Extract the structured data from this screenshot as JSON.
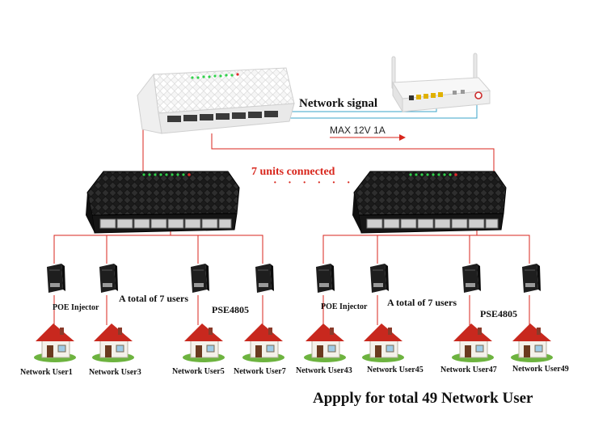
{
  "labels": {
    "network_signal": "Network signal",
    "max_power": "MAX 12V 1A",
    "units_connected": "7 units connected",
    "dots": "· · · · · ·",
    "poe_injector_left": "POE  Injector",
    "poe_injector_right": "POE  Injector",
    "total_left": "A total of 7 users",
    "total_right": "A total of 7 users",
    "pse_left": "PSE4805",
    "pse_right": "PSE4805"
  },
  "users": [
    "Network User1",
    "Network User3",
    "Network User5",
    "Network User7",
    "Network User43",
    "Network User45",
    "Network User47",
    "Network User49"
  ],
  "footer": "Appply for total 49 Network User",
  "colors": {
    "line": "#d8261c",
    "network_line": "#3aa3c9",
    "switch_black": "#1a1a1a",
    "switch_white": "#f4f4f4",
    "roof": "#c8281e",
    "grass": "#6db33f"
  }
}
